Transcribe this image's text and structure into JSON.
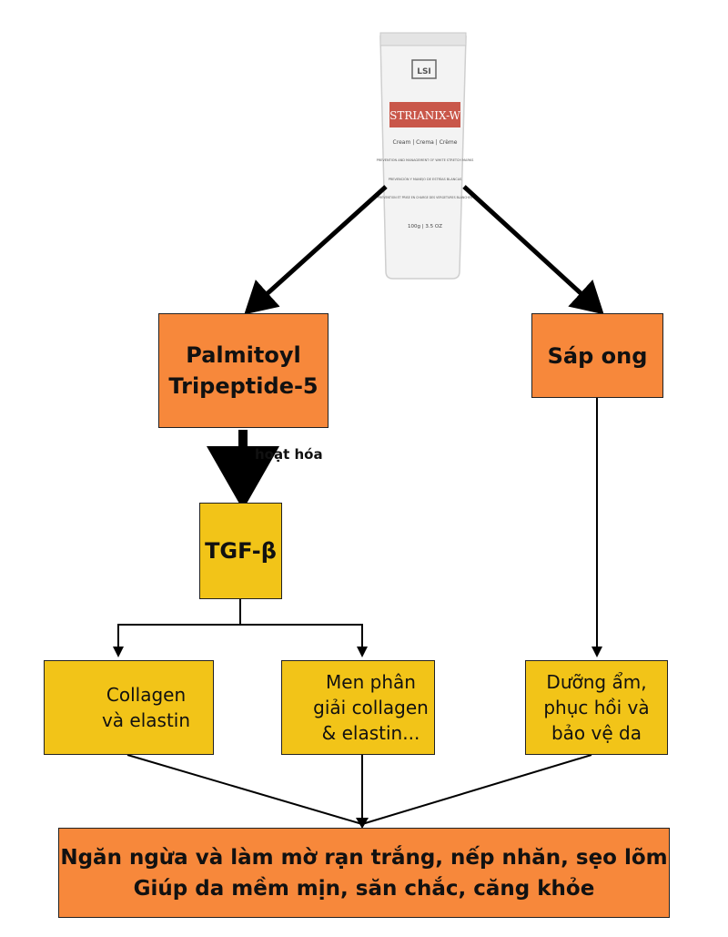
{
  "product": {
    "logo": "LSI",
    "brand": "STRIANIX-W",
    "type": "Cream | Crema | Crème",
    "claim_en": "PREVENTION AND MANAGEMENT OF WHITE STRETCH MARKS",
    "claim_es": "PREVENCIÓN Y MANEJO DE ESTRÍAS BLANCAS",
    "claim_fr": "PRÉVENTION ET PRISE EN CHARGE DES VERGETURES BLANCHES",
    "weight": "100g | 3.5 OZ"
  },
  "nodes": {
    "palmitoyl": "Palmitoyl\nTripeptide-5",
    "sap_ong": "Sáp ong",
    "tgf": "TGF-β",
    "collagen": "Collagen\nvà elastin",
    "men": "Men phân\ngiải collagen\n& elastin...",
    "duong": "Dưỡng ẩm,\nphục hồi và\nbảo vệ da",
    "result_line1": "Ngăn ngừa và làm mờ rạn trắng, nếp nhăn, sẹo lõm",
    "result_line2": "Giúp da mềm mịn, săn chắc, căng khỏe"
  },
  "edge_label": "hoạt hóa",
  "colors": {
    "orange": "#f7883b",
    "yellow": "#f2c418"
  }
}
